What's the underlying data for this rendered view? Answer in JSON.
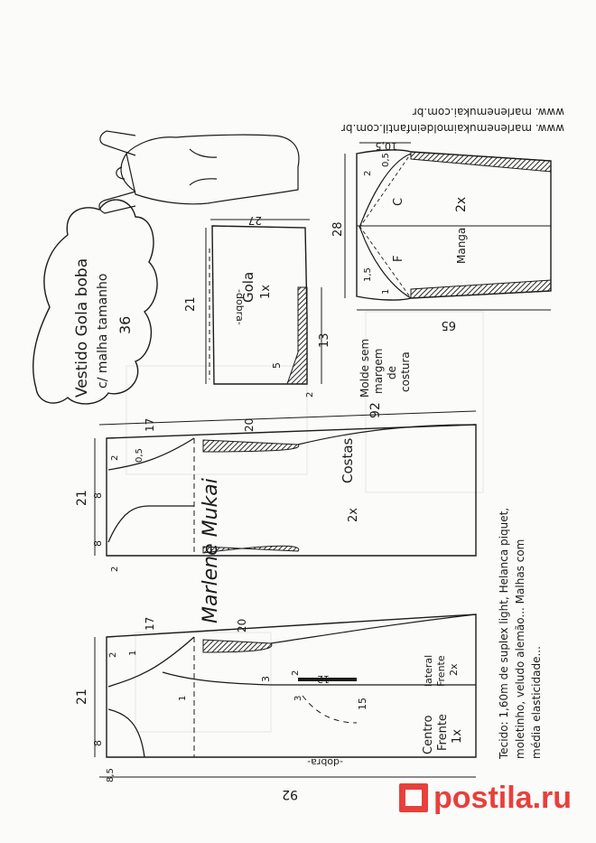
{
  "title": {
    "line1": "Vestido Gola boba",
    "line2": "c/ malha tamanho",
    "line3": "36"
  },
  "website": {
    "line1": "www. marlenemukai.com.br",
    "line2": "www. marlenemukaimoldeinfantil.com.br"
  },
  "signature": "Marlene Mukai",
  "fabric_note": {
    "line1": "Tecido: 1,60m de suplex light, Helanca piquet,",
    "line2": "moletinho, veludo alemão... Malhas com",
    "line3": "média elasticidade..."
  },
  "no_seam_note": {
    "line1": "Molde sem",
    "line2": "margem",
    "line3": "de",
    "line4": "costura"
  },
  "pieces": {
    "gola": {
      "name": "Gola",
      "count": "1x",
      "fold": "-dobra-",
      "dim_w": "27",
      "dim_h": "21",
      "dim_side": "13",
      "dim_5": "5",
      "dim_2": "2"
    },
    "manga": {
      "name": "Manga",
      "count": "2x",
      "label_c": "C",
      "label_f": "F",
      "dim_top": "10,5",
      "dim_h": "28",
      "dim_w": "65",
      "dim_2": "2",
      "dim_05": "0,5",
      "dim_15": "1,5",
      "dim_1": "1"
    },
    "costas": {
      "name": "Costas",
      "count": "2x",
      "dim_17": "17",
      "dim_20": "20",
      "dim_92": "92",
      "dim_21": "21",
      "dim_8a": "8",
      "dim_8b": "8",
      "dim_2": "2",
      "dim_05": "0,5",
      "dim_2b": "2"
    },
    "frente": {
      "name_center": "Centro",
      "name_center2": "Frente",
      "count_center": "1x",
      "name_side": "lateral",
      "name_side2": "Frente",
      "count_side": "2x",
      "fold": "-dobra-",
      "dim_17": "17",
      "dim_20": "20",
      "dim_92": "92",
      "dim_21": "21",
      "dim_8": "8",
      "dim_85": "8,5",
      "dim_2": "2",
      "dim_1": "1",
      "dim_3": "3",
      "dim_3b": "3",
      "dim_12": "12",
      "dim_15": "15",
      "dim_2c": "2",
      "dim_1b": "1"
    }
  },
  "watermark": "postila.ru",
  "colors": {
    "ink": "#1b1b1b",
    "hatch": "#2a2a2a",
    "brand": "#e8403b"
  }
}
